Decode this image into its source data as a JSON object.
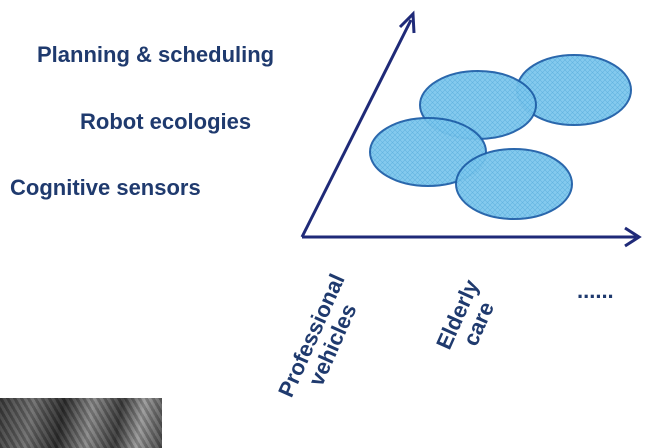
{
  "y_labels": {
    "planning": "Planning & scheduling",
    "ecologies": "Robot ecologies",
    "sensors": "Cognitive sensors"
  },
  "x_labels": {
    "professional_line1": "Professional",
    "professional_line2": "vehicles",
    "elderly_line1": "Elderly",
    "elderly_line2": "care",
    "more": "......"
  },
  "colors": {
    "text": "#1f3a6e",
    "axis": "#1f2a78",
    "ellipse_fill": "#7ec8ee",
    "ellipse_stroke": "#1f5fa8"
  }
}
